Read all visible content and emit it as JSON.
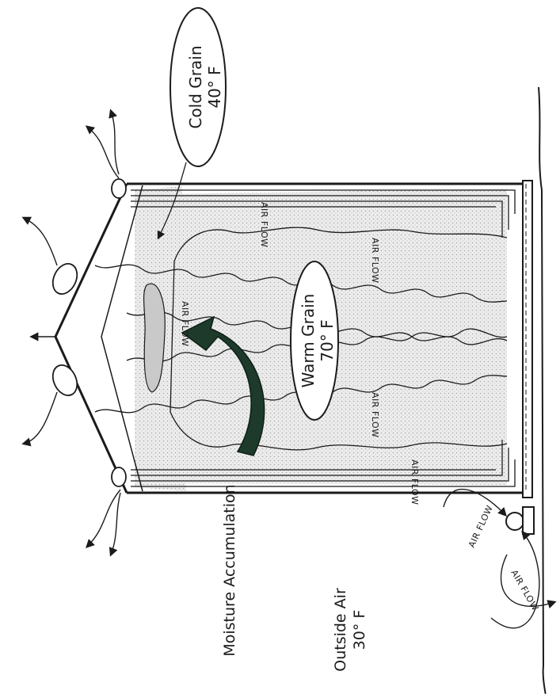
{
  "labels": {
    "cold_grain_name": "Cold Grain",
    "cold_grain_temp": "40° F",
    "warm_grain_name": "Warm Grain",
    "warm_grain_temp": "70° F",
    "moisture": "Moisture Accumulation",
    "outside_air_name": "Outside Air",
    "outside_air_temp": "30° F",
    "air_flow": "AIR FLOW"
  },
  "colors": {
    "ink": "#1b1b1b",
    "accent_arrow": "#1d3a2b",
    "grain_fill": "#e6e6e6",
    "moisture_fill": "#c9c9c9"
  }
}
